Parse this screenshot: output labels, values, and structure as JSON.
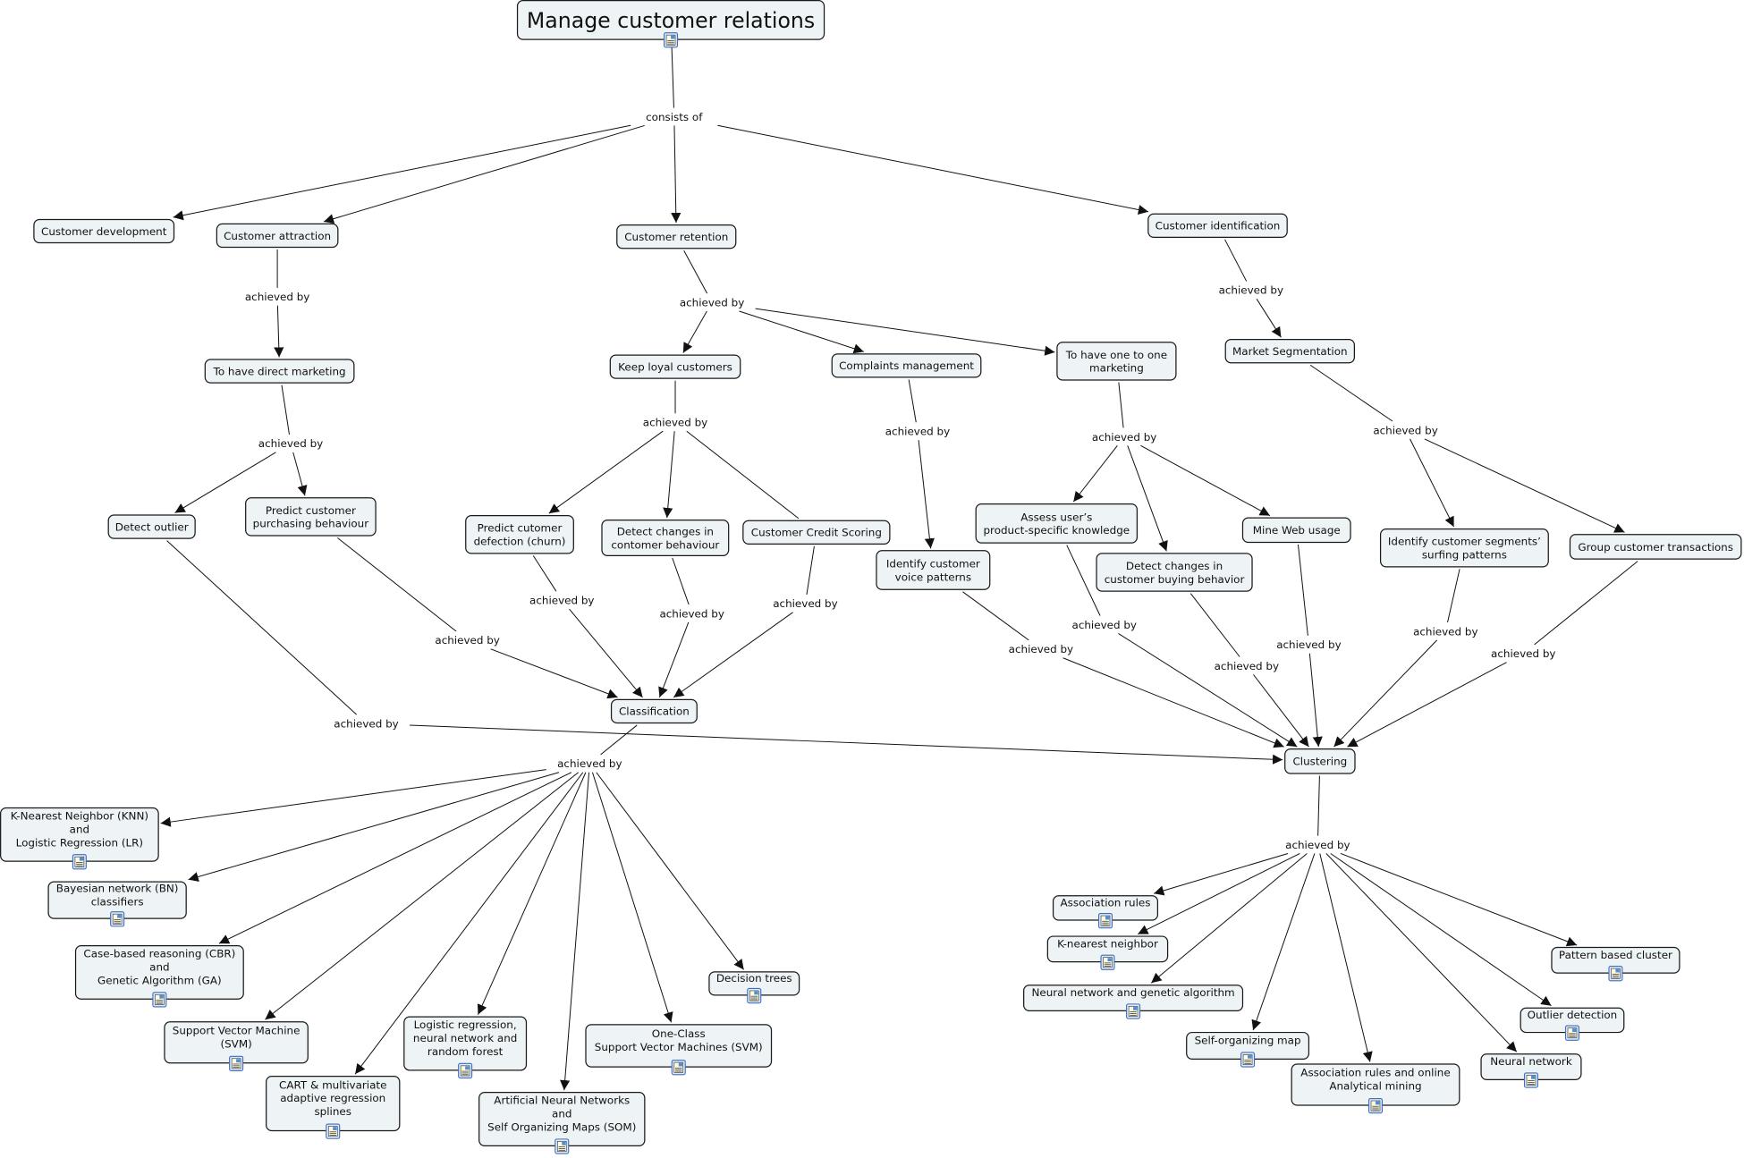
{
  "map": {
    "nodes": {
      "title": {
        "lines": [
          "Manage customer relations"
        ],
        "doc_icon": true
      },
      "cdev": {
        "lines": [
          "Customer development"
        ]
      },
      "cattr": {
        "lines": [
          "Customer attraction"
        ]
      },
      "cret": {
        "lines": [
          "Customer retention"
        ]
      },
      "cid": {
        "lines": [
          "Customer identification"
        ]
      },
      "direct": {
        "lines": [
          "To have direct marketing"
        ]
      },
      "outlier": {
        "lines": [
          "Detect outlier"
        ]
      },
      "predpurch": {
        "lines": [
          "Predict customer",
          "purchasing behaviour"
        ]
      },
      "loyal": {
        "lines": [
          "Keep loyal customers"
        ]
      },
      "complaints": {
        "lines": [
          "Complaints management"
        ]
      },
      "onetoone": {
        "lines": [
          "To have one to one",
          "marketing"
        ]
      },
      "marketseg": {
        "lines": [
          "Market Segmentation"
        ]
      },
      "defection": {
        "lines": [
          "Predict cutomer",
          "defection (churn)"
        ]
      },
      "changes": {
        "lines": [
          "Detect changes in",
          "contomer behaviour"
        ]
      },
      "credit": {
        "lines": [
          "Customer Credit Scoring"
        ]
      },
      "voice": {
        "lines": [
          "Identify customer",
          "voice patterns"
        ]
      },
      "assess": {
        "lines": [
          "Assess user’s",
          "product-specific knowledge"
        ]
      },
      "buying": {
        "lines": [
          "Detect changes in",
          "customer buying behavior"
        ]
      },
      "mineweb": {
        "lines": [
          "Mine Web usage"
        ]
      },
      "segments": {
        "lines": [
          "Identify customer segments’",
          "surfing patterns"
        ]
      },
      "group": {
        "lines": [
          "Group customer transactions"
        ]
      },
      "classification": {
        "lines": [
          "Classification"
        ]
      },
      "clustering": {
        "lines": [
          "Clustering"
        ]
      },
      "knn_lr": {
        "lines": [
          "K-Nearest Neighbor (KNN)",
          "and",
          "Logistic Regression (LR)"
        ],
        "doc_icon": true
      },
      "bn": {
        "lines": [
          "Bayesian network (BN)",
          "classifiers"
        ],
        "doc_icon": true
      },
      "cbr": {
        "lines": [
          "Case-based reasoning (CBR)",
          "and",
          "Genetic Algorithm (GA)"
        ],
        "doc_icon": true
      },
      "svm": {
        "lines": [
          "Support Vector Machine",
          "(SVM)"
        ],
        "doc_icon": true
      },
      "cart": {
        "lines": [
          "CART & multivariate",
          "adaptive regression",
          "splines"
        ],
        "doc_icon": true
      },
      "logreg": {
        "lines": [
          "Logistic regression,",
          "neural network and",
          "random forest"
        ],
        "doc_icon": true
      },
      "ann_som": {
        "lines": [
          "Artificial Neural Networks",
          "and",
          "Self Organizing Maps (SOM)"
        ],
        "doc_icon": true
      },
      "ocsvm": {
        "lines": [
          "One-Class",
          "Support Vector Machines (SVM)"
        ],
        "doc_icon": true
      },
      "dtrees": {
        "lines": [
          "Decision trees"
        ],
        "doc_icon": true
      },
      "assoc": {
        "lines": [
          "Association rules"
        ],
        "doc_icon": true
      },
      "knn": {
        "lines": [
          "K-nearest neighbor"
        ],
        "doc_icon": true
      },
      "nnga": {
        "lines": [
          "Neural network and genetic algorithm"
        ],
        "doc_icon": true
      },
      "som": {
        "lines": [
          "Self-organizing map"
        ],
        "doc_icon": true
      },
      "assoc_olap": {
        "lines": [
          "Association rules and online",
          "Analytical mining"
        ],
        "doc_icon": true
      },
      "nn": {
        "lines": [
          "Neural network"
        ],
        "doc_icon": true
      },
      "outdet": {
        "lines": [
          "Outlier detection"
        ],
        "doc_icon": true
      },
      "pattern": {
        "lines": [
          "Pattern based cluster"
        ],
        "doc_icon": true
      }
    },
    "linking_phrases": {
      "lp_consists": "consists of",
      "lp_a1": "achieved by",
      "lp_a2": "achieved by",
      "lp_r": "achieved by",
      "lp_i": "achieved by",
      "lp_l": "achieved by",
      "lp_c": "achieved by",
      "lp_o": "achieved by",
      "lp_m": "achieved by",
      "lp_pp": "achieved by",
      "lp_df": "achieved by",
      "lp_ch": "achieved by",
      "lp_cs": "achieved by",
      "lp_out": "achieved by",
      "lp_v": "achieved by",
      "lp_as": "achieved by",
      "lp_bu": "achieved by",
      "lp_mw": "achieved by",
      "lp_sg": "achieved by",
      "lp_gr": "achieved by",
      "lp_cl": "achieved by",
      "lp_cu": "achieved by"
    },
    "connections": [
      [
        "title",
        "lp_consists"
      ],
      [
        "lp_consists",
        "cdev"
      ],
      [
        "lp_consists",
        "cattr"
      ],
      [
        "lp_consists",
        "cret"
      ],
      [
        "lp_consists",
        "cid"
      ],
      [
        "cattr",
        "lp_a1"
      ],
      [
        "lp_a1",
        "direct"
      ],
      [
        "direct",
        "lp_a2"
      ],
      [
        "lp_a2",
        "outlier"
      ],
      [
        "lp_a2",
        "predpurch"
      ],
      [
        "cret",
        "lp_r"
      ],
      [
        "lp_r",
        "loyal"
      ],
      [
        "lp_r",
        "complaints"
      ],
      [
        "lp_r",
        "onetoone"
      ],
      [
        "cid",
        "lp_i"
      ],
      [
        "lp_i",
        "marketseg"
      ],
      [
        "loyal",
        "lp_l"
      ],
      [
        "lp_l",
        "defection"
      ],
      [
        "lp_l",
        "changes"
      ],
      [
        "lp_l",
        "credit"
      ],
      [
        "complaints",
        "lp_c"
      ],
      [
        "lp_c",
        "voice"
      ],
      [
        "onetoone",
        "lp_o"
      ],
      [
        "lp_o",
        "assess"
      ],
      [
        "lp_o",
        "buying"
      ],
      [
        "lp_o",
        "mineweb"
      ],
      [
        "marketseg",
        "lp_m"
      ],
      [
        "lp_m",
        "segments"
      ],
      [
        "lp_m",
        "group"
      ],
      [
        "predpurch",
        "lp_pp"
      ],
      [
        "lp_pp",
        "classification"
      ],
      [
        "defection",
        "lp_df"
      ],
      [
        "lp_df",
        "classification"
      ],
      [
        "changes",
        "lp_ch"
      ],
      [
        "lp_ch",
        "classification"
      ],
      [
        "credit",
        "lp_cs"
      ],
      [
        "lp_cs",
        "classification"
      ],
      [
        "outlier",
        "lp_out"
      ],
      [
        "lp_out",
        "clustering"
      ],
      [
        "voice",
        "lp_v"
      ],
      [
        "lp_v",
        "clustering"
      ],
      [
        "assess",
        "lp_as"
      ],
      [
        "lp_as",
        "clustering"
      ],
      [
        "buying",
        "lp_bu"
      ],
      [
        "lp_bu",
        "clustering"
      ],
      [
        "mineweb",
        "lp_mw"
      ],
      [
        "lp_mw",
        "clustering"
      ],
      [
        "segments",
        "lp_sg"
      ],
      [
        "lp_sg",
        "clustering"
      ],
      [
        "group",
        "lp_gr"
      ],
      [
        "lp_gr",
        "clustering"
      ],
      [
        "classification",
        "lp_cl"
      ],
      [
        "lp_cl",
        "knn_lr"
      ],
      [
        "lp_cl",
        "bn"
      ],
      [
        "lp_cl",
        "cbr"
      ],
      [
        "lp_cl",
        "svm"
      ],
      [
        "lp_cl",
        "cart"
      ],
      [
        "lp_cl",
        "logreg"
      ],
      [
        "lp_cl",
        "ann_som"
      ],
      [
        "lp_cl",
        "ocsvm"
      ],
      [
        "lp_cl",
        "dtrees"
      ],
      [
        "clustering",
        "lp_cu"
      ],
      [
        "lp_cu",
        "assoc"
      ],
      [
        "lp_cu",
        "knn"
      ],
      [
        "lp_cu",
        "nnga"
      ],
      [
        "lp_cu",
        "som"
      ],
      [
        "lp_cu",
        "assoc_olap"
      ],
      [
        "lp_cu",
        "nn"
      ],
      [
        "lp_cu",
        "outdet"
      ],
      [
        "lp_cu",
        "pattern"
      ]
    ]
  }
}
